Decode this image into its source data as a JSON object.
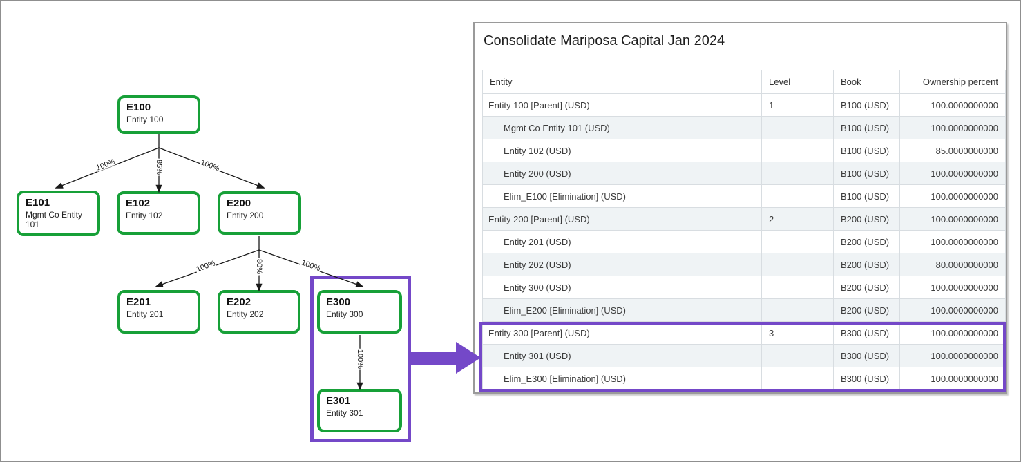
{
  "diagram": {
    "nodes": {
      "e100": {
        "label": "E100",
        "sublabel": "Entity 100"
      },
      "e101": {
        "label": "E101",
        "sublabel": "Mgmt Co Entity 101"
      },
      "e102": {
        "label": "E102",
        "sublabel": "Entity 102"
      },
      "e200": {
        "label": "E200",
        "sublabel": "Entity 200"
      },
      "e201": {
        "label": "E201",
        "sublabel": "Entity 201"
      },
      "e202": {
        "label": "E202",
        "sublabel": "Entity 202"
      },
      "e300": {
        "label": "E300",
        "sublabel": "Entity 300"
      },
      "e301": {
        "label": "E301",
        "sublabel": "Entity 301"
      }
    },
    "edges": {
      "e100_e101": {
        "label": "100%"
      },
      "e100_e102": {
        "label": "85%"
      },
      "e100_e200": {
        "label": "100%"
      },
      "e200_e201": {
        "label": "100%"
      },
      "e200_e202": {
        "label": "80%"
      },
      "e200_e300": {
        "label": "100%"
      },
      "e300_e301": {
        "label": "100%"
      }
    },
    "colors": {
      "node_border": "#17a038",
      "highlight": "#7448c8"
    }
  },
  "panel": {
    "title": "Consolidate Mariposa Capital Jan 2024",
    "table": {
      "headers": {
        "entity": "Entity",
        "level": "Level",
        "book": "Book",
        "ownership": "Ownership percent"
      },
      "rows": [
        {
          "entity": "Entity 100 [Parent] (USD)",
          "level": "1",
          "book": "B100 (USD)",
          "ownership": "100.0000000000"
        },
        {
          "entity": "Mgmt Co Entity 101 (USD)",
          "level": "",
          "book": "B100 (USD)",
          "ownership": "100.0000000000"
        },
        {
          "entity": "Entity 102 (USD)",
          "level": "",
          "book": "B100 (USD)",
          "ownership": "85.0000000000"
        },
        {
          "entity": "Entity 200 (USD)",
          "level": "",
          "book": "B100 (USD)",
          "ownership": "100.0000000000"
        },
        {
          "entity": "Elim_E100 [Elimination] (USD)",
          "level": "",
          "book": "B100 (USD)",
          "ownership": "100.0000000000"
        },
        {
          "entity": "Entity 200 [Parent] (USD)",
          "level": "2",
          "book": "B200 (USD)",
          "ownership": "100.0000000000"
        },
        {
          "entity": "Entity 201 (USD)",
          "level": "",
          "book": "B200 (USD)",
          "ownership": "100.0000000000"
        },
        {
          "entity": "Entity 202 (USD)",
          "level": "",
          "book": "B200 (USD)",
          "ownership": "80.0000000000"
        },
        {
          "entity": "Entity 300 (USD)",
          "level": "",
          "book": "B200 (USD)",
          "ownership": "100.0000000000"
        },
        {
          "entity": "Elim_E200 [Elimination] (USD)",
          "level": "",
          "book": "B200 (USD)",
          "ownership": "100.0000000000"
        },
        {
          "entity": "Entity 300 [Parent] (USD)",
          "level": "3",
          "book": "B300 (USD)",
          "ownership": "100.0000000000"
        },
        {
          "entity": "Entity 301 (USD)",
          "level": "",
          "book": "B300 (USD)",
          "ownership": "100.0000000000"
        },
        {
          "entity": "Elim_E300 [Elimination] (USD)",
          "level": "",
          "book": "B300 (USD)",
          "ownership": "100.0000000000"
        }
      ]
    }
  }
}
